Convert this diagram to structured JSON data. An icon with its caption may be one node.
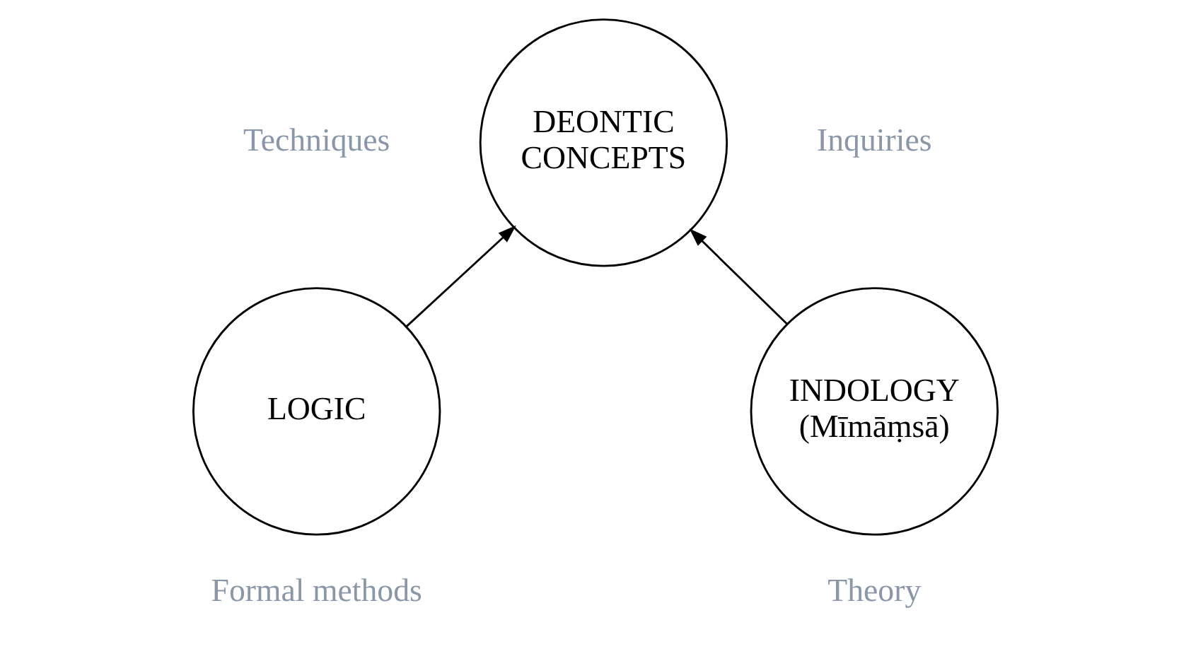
{
  "diagram": {
    "nodes": [
      {
        "text": [
          "DEONTIC CONCEPTS"
        ]
      },
      {
        "text": [
          "LOGIC"
        ],
        "beside": [
          "Techniques",
          "Formal methods"
        ]
      },
      {
        "text": [
          "INDOLOGY",
          "(Mīmāṃsā)"
        ],
        "beside": [
          "Inquiries",
          "Theory"
        ]
      }
    ],
    "edges": [
      {
        "from": 1,
        "to": 0,
        "arrow": "to"
      },
      {
        "from": 2,
        "to": 0,
        "arrow": "to"
      }
    ]
  }
}
